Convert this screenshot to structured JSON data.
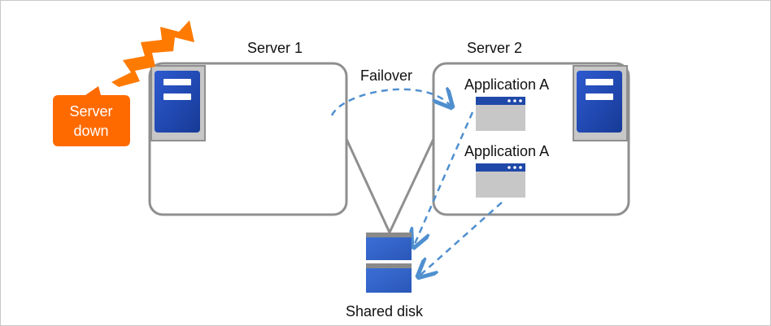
{
  "diagram": {
    "server1_label": "Server 1",
    "server2_label": "Server 2",
    "failover_label": "Failover",
    "app_label_1": "Application A",
    "app_label_2": "Application A",
    "shared_disk_label": "Shared disk",
    "server_down_line1": "Server",
    "server_down_line2": "down"
  },
  "colors": {
    "server_box_stroke": "#8f8f8f",
    "server_icon_blue": "#1f48a8",
    "server_icon_bg": "#c7c7c7",
    "failover_arrow": "#4f8fcf",
    "callout_fill": "#ff6a00",
    "lightning": "#ff7a00",
    "disk_blue": "#2f63c8",
    "disk_gray": "#8a8a8a"
  },
  "icons": {
    "server_icon": "server-icon",
    "window_icon": "application-window-icon",
    "disk_icon": "shared-disk-icon",
    "lightning_icon": "lightning-icon"
  }
}
